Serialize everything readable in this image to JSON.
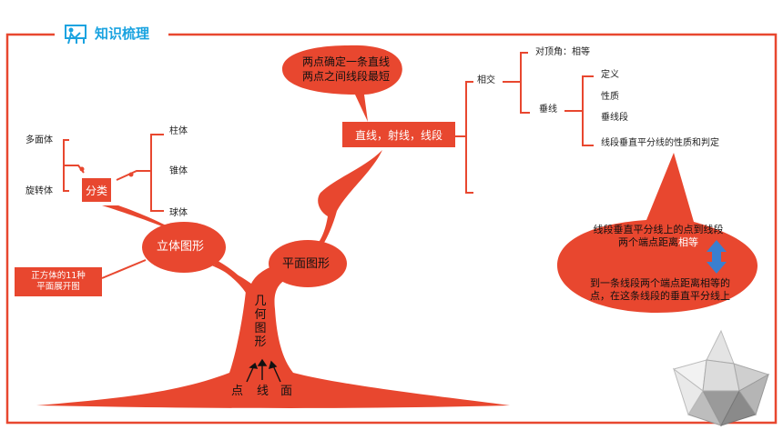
{
  "header": {
    "title": "知识梳理",
    "icon": "teacher-presentation-icon"
  },
  "colors": {
    "accent": "#e8472f",
    "frame": "#e8472f",
    "header_blue": "#1aa3e0",
    "arrow_blue": "#3a7fd0"
  },
  "root": {
    "label": "几何图形",
    "chars": [
      "几",
      "何",
      "图",
      "形"
    ]
  },
  "roots_bottom": [
    "点",
    "线",
    "面"
  ],
  "solid": {
    "label": "立体图形",
    "classify": "分类",
    "left_items": [
      "多面体",
      "旋转体"
    ],
    "right_items": [
      "柱体",
      "锥体",
      "球体"
    ],
    "net_box": [
      "正方体的11种",
      "平面展开图"
    ]
  },
  "plane": {
    "label": "平面图形",
    "lines_box": "直线，射线，线段",
    "fact_bubble": [
      "两点确定一条直线",
      "两点之间线段最短"
    ],
    "intersect": "相交",
    "vertical_angle": "对顶角：相等",
    "perpendicular": "垂线",
    "perp_items": [
      "定义",
      "性质",
      "垂线段",
      "线段垂直平分线的性质和判定"
    ],
    "big_bubble": {
      "line1": "线段垂直平分线上的点到线段",
      "line2_prefix": "两个端点距离",
      "line2_highlight": "相等",
      "line3": "到一条线段两个端点距离相等的",
      "line4": "点，在这条线段的垂直平分线上"
    }
  }
}
